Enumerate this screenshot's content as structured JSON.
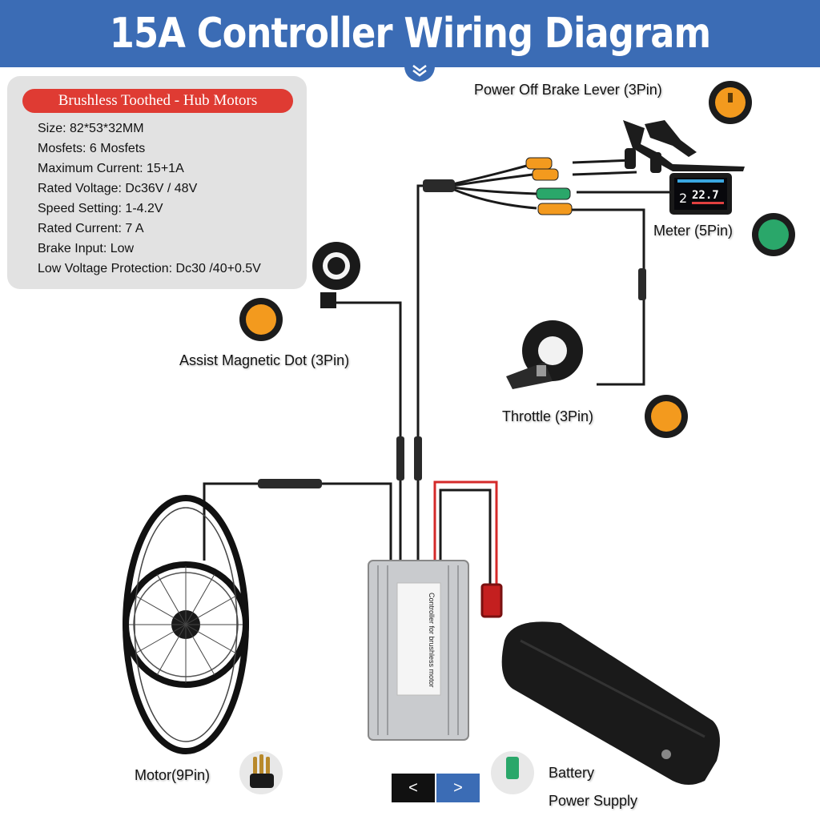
{
  "header": {
    "title": "15A Controller Wiring Diagram"
  },
  "spec_card": {
    "badge": "Brushless Toothed - Hub Motors",
    "specs": [
      "Size: 82*53*32MM",
      "Mosfets: 6 Mosfets",
      "Maximum Current: 15+1A",
      "Rated Voltage: Dc36V / 48V",
      "Speed Setting: 1-4.2V",
      "Rated Current:  7 A",
      "Brake Input: Low",
      "Low Voltage Protection: Dc30 /40+0.5V"
    ]
  },
  "labels": {
    "brake": "Power Off Brake Lever (3Pin)",
    "meter": "Meter (5Pin)",
    "assist": "Assist Magnetic Dot (3Pin)",
    "throttle": "Throttle (3Pin)",
    "motor": "Motor(9Pin)",
    "battery_line1": "Battery",
    "battery_line2": "Power Supply"
  },
  "controller_label": "Controller for brushless motor",
  "display": {
    "speed": "22.7",
    "level": "2"
  },
  "nav": {
    "prev": "<",
    "next": ">"
  },
  "colors": {
    "header": "#3b6cb5",
    "badge": "#df3b33",
    "connector_orange": "#f39a1e",
    "connector_green": "#2aa76a",
    "battery_wire": "#d42a2a"
  }
}
